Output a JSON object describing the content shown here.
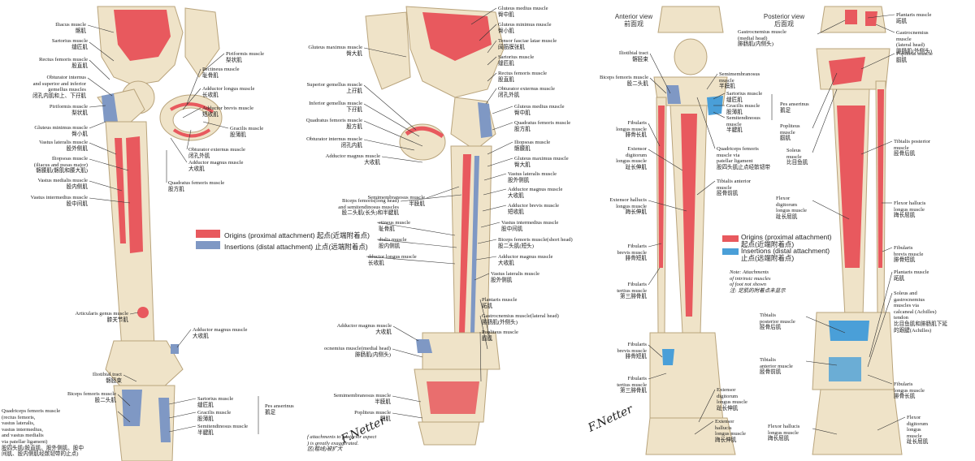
{
  "colors": {
    "bone": "#efe3c8",
    "bone_shadow": "#d8c49c",
    "origin": "#e8595e",
    "insertion": "#7f98c4",
    "insertion_right": "#4a9fd8",
    "leader": "#333333"
  },
  "panel1": {
    "labels": [
      {
        "text": "Iliacus muscle\n髂肌"
      },
      {
        "text": "Sartorius muscle\n缝匠肌"
      },
      {
        "text": "Rectus femoris muscle\n股直肌"
      },
      {
        "text": "Obturator internus\nand superior and inferior\ngemellus muscles\n闭孔内肌和上、下孖肌"
      },
      {
        "text": "Piriformis muscle\n梨状肌"
      },
      {
        "text": "Gluteus minimus muscle\n臀小肌"
      },
      {
        "text": "Vastus lateralis muscle\n股外侧肌"
      },
      {
        "text": "Iliopsoas muscle\n(iliacus and psoas major)\n髂腰肌(髂肌和腰大肌)"
      },
      {
        "text": "Vastus medialis muscle\n股内侧肌"
      },
      {
        "text": "Vastus intermedius muscle\n股中间肌"
      },
      {
        "text": "Articularis genus muscle\n膝关节肌"
      },
      {
        "text": "Iliotibial tract\n髂胫束"
      },
      {
        "text": "Biceps femoris muscle\n股二头肌"
      },
      {
        "text": "Quadriceps femoris muscle\n(rectus femoris,\nvastus lateralis,\nvastus intermedius,\nand vastus medialis\nvia patellar ligament)\n股四头肌(股直肌、股外侧肌、股中\n间肌、股内侧肌经髌韧带的止点)"
      },
      {
        "text": "Piriformis muscle\n梨状肌"
      },
      {
        "text": "Pectineus muscle\n耻骨肌"
      },
      {
        "text": "Adductor longus muscle\n长收肌"
      },
      {
        "text": "Adductor brevis muscle\n短收肌"
      },
      {
        "text": "Gracilis muscle\n股薄肌"
      },
      {
        "text": "Obturator externus muscle\n闭孔外肌"
      },
      {
        "text": "Adductor magnus muscle\n大收肌"
      },
      {
        "text": "Quadratus femoris muscle\n股方肌"
      },
      {
        "text": "Adductor magnus muscle\n大收肌"
      },
      {
        "text": "Sartorius muscle\n缝匠肌"
      },
      {
        "text": "Gracilis muscle\n股薄肌"
      },
      {
        "text": "Semitendinosus muscle\n半腱肌"
      },
      {
        "text": "Pes anserinus\n鹅足"
      }
    ]
  },
  "panel2": {
    "labels": [
      {
        "text": "Gluteus medius muscle\n臀中肌"
      },
      {
        "text": "Gluteus minimus muscle\n臀小肌"
      },
      {
        "text": "Tensor fasciae latae muscle\n阔筋膜张肌"
      },
      {
        "text": "Sartorius muscle\n缝匠肌"
      },
      {
        "text": "Rectus femoris muscle\n股直肌"
      },
      {
        "text": "Obturator externus muscle\n闭孔外肌"
      },
      {
        "text": "Gluteus medius muscle\n臀中肌"
      },
      {
        "text": "Quadratus femoris muscle\n股方肌"
      },
      {
        "text": "Iliopsoas muscle\n髂腰肌"
      },
      {
        "text": "Gluteus maximus muscle\n臀大肌"
      },
      {
        "text": "Vastus lateralis muscle\n股外侧肌"
      },
      {
        "text": "Adductor magnus muscle\n大收肌"
      },
      {
        "text": "Adductor brevis muscle\n短收肌"
      },
      {
        "text": "Vastus intermedius muscle\n股中间肌"
      },
      {
        "text": "Biceps femoris muscle(short head)\n股二头肌(短头)"
      },
      {
        "text": "Adductor magnus muscle\n大收肌"
      },
      {
        "text": "Vastus lateralis muscle\n股外侧肌"
      },
      {
        "text": "Plantaris muscle\n跖肌"
      },
      {
        "text": "Gastrocnemius muscle(lateral head)\n腓肠肌(外侧头)"
      },
      {
        "text": "Popliteus muscle\n腘肌"
      },
      {
        "text": "Gluteus maximus muscle\n臀大肌"
      },
      {
        "text": "Superior gemellus muscle\n上孖肌"
      },
      {
        "text": "Inferior gemellus muscle\n下孖肌"
      },
      {
        "text": "Quadratus femoris muscle\n股方肌"
      },
      {
        "text": "Obturator internus muscle\n闭孔内肌"
      },
      {
        "text": "Adductor magnus muscle\n大收肌"
      },
      {
        "text": "Biceps femoris(long head)\nand semitendinosus muscles\n股二头肌(长头)和半腱肌"
      },
      {
        "text": "Semimembranosus muscle\n半膜肌"
      },
      {
        "text": "ctineus muscle\n耻骨肌"
      },
      {
        "text": "dialis muscle\n股内侧肌"
      },
      {
        "text": "dductor longus muscle\n长收肌"
      },
      {
        "text": "Adductor magnus muscle\n大收肌"
      },
      {
        "text": "ocnemius muscle(medial head)\n腓肠肌(内侧头)"
      },
      {
        "text": "Semimembranosus muscle\n半膜肌"
      },
      {
        "text": "Popliteus muscle\n腘肌"
      }
    ],
    "note": "f attachments to posterior aspect\n) is greatly exaggerated.\n区(粗线)被扩大"
  },
  "legend1": {
    "origins": "Origins (proximal attachment) 起点(近端附着点)",
    "insertions": "Insertions (distal attachment) 止点(远端附着点)"
  },
  "panel3": {
    "heading": "Anterior view\n前面观",
    "labels": [
      {
        "text": "Iliotibial tract\n髂胫束"
      },
      {
        "text": "Biceps femoris muscle\n股二头肌"
      },
      {
        "text": "Fibularis\nlongus muscle\n腓骨长肌"
      },
      {
        "text": "Extensor\ndigitorum\nlongus muscle\n趾长伸肌"
      },
      {
        "text": "Extensor hallucis\nlongus muscle\n踇长伸肌"
      },
      {
        "text": "Fibularis\nbrevis muscle\n腓骨短肌"
      },
      {
        "text": "Fibularis\ntertius muscle\n第三腓骨肌"
      },
      {
        "text": "Fibularis\nbrevis muscle\n腓骨短肌"
      },
      {
        "text": "Fibularis\ntertius muscle\n第三腓骨肌"
      },
      {
        "text": "Semimembranosus\nmuscle\n半膜肌"
      },
      {
        "text": "Sartorius muscle\n缝匠肌"
      },
      {
        "text": "Gracilis muscle\n股薄肌"
      },
      {
        "text": "Semitendinosus\nmuscle\n半腱肌"
      },
      {
        "text": "Pes anserinus\n鹅足"
      },
      {
        "text": "Quadriceps femoris\nmuscle via\npatellar ligament\n股四头肌止点经髌韧带"
      },
      {
        "text": "Tibialis anterior\nmuscle\n胫骨前肌"
      },
      {
        "text": "Extensor\ndigitorum\nlongus muscle\n趾长伸肌"
      },
      {
        "text": "Extensor\nhallucis\nlongus muscle\n踇长伸肌"
      }
    ]
  },
  "panel4": {
    "heading": "Posterior view\n后面观",
    "labels": [
      {
        "text": "Gastrocnemius muscle\n(medial head)\n腓肠肌(内侧头)"
      },
      {
        "text": "Popliteus\nmuscle\n腘肌"
      },
      {
        "text": "Soleus\nmuscle\n比目鱼肌"
      },
      {
        "text": "Flexor\ndigitorum\nlongus muscle\n趾长屈肌"
      },
      {
        "text": "Tibialis\nposterior muscle\n胫骨后肌"
      },
      {
        "text": "Tibialis\nanterior muscle\n胫骨前肌"
      },
      {
        "text": "Flexor hallucis\nlongus muscle\n踇长屈肌"
      },
      {
        "text": "Plantaris muscle\n跖肌"
      },
      {
        "text": "Gastrocnemius\nmuscle\n(lateral head)\n腓肠肌(外侧头)"
      },
      {
        "text": "Popliteus muscle\n腘肌"
      },
      {
        "text": "Tibialis posterior\nmuscle\n胫骨后肌"
      },
      {
        "text": "Flexor hallucis\nlongus muscle\n踇长屈肌"
      },
      {
        "text": "Fibularis\nbrevis muscle\n腓骨短肌"
      },
      {
        "text": "Plantaris muscle\n跖肌"
      },
      {
        "text": "Soleus and\ngastrocnemius\nmuscles via\ncalcaneal (Achilles)\ntendon\n比目鱼肌和腓肠肌下延\n的跟腱(Achilles)"
      },
      {
        "text": "Fibularis\nlongus muscle\n腓骨长肌"
      },
      {
        "text": "Flexor\ndigitorum\nlongus\nmuscle\n趾长屈肌"
      }
    ],
    "note": "Note: Attachments\nof intrinsic muscles\nof foot not shown\n注: 足肌的附着点未显示"
  },
  "legend2": {
    "origins": "Origins (proximal attachment)\n起点(近端附着点)",
    "insertions": "Insertions (distal attachment)\n止点(远端附着点)"
  },
  "signature": "F.Netter"
}
